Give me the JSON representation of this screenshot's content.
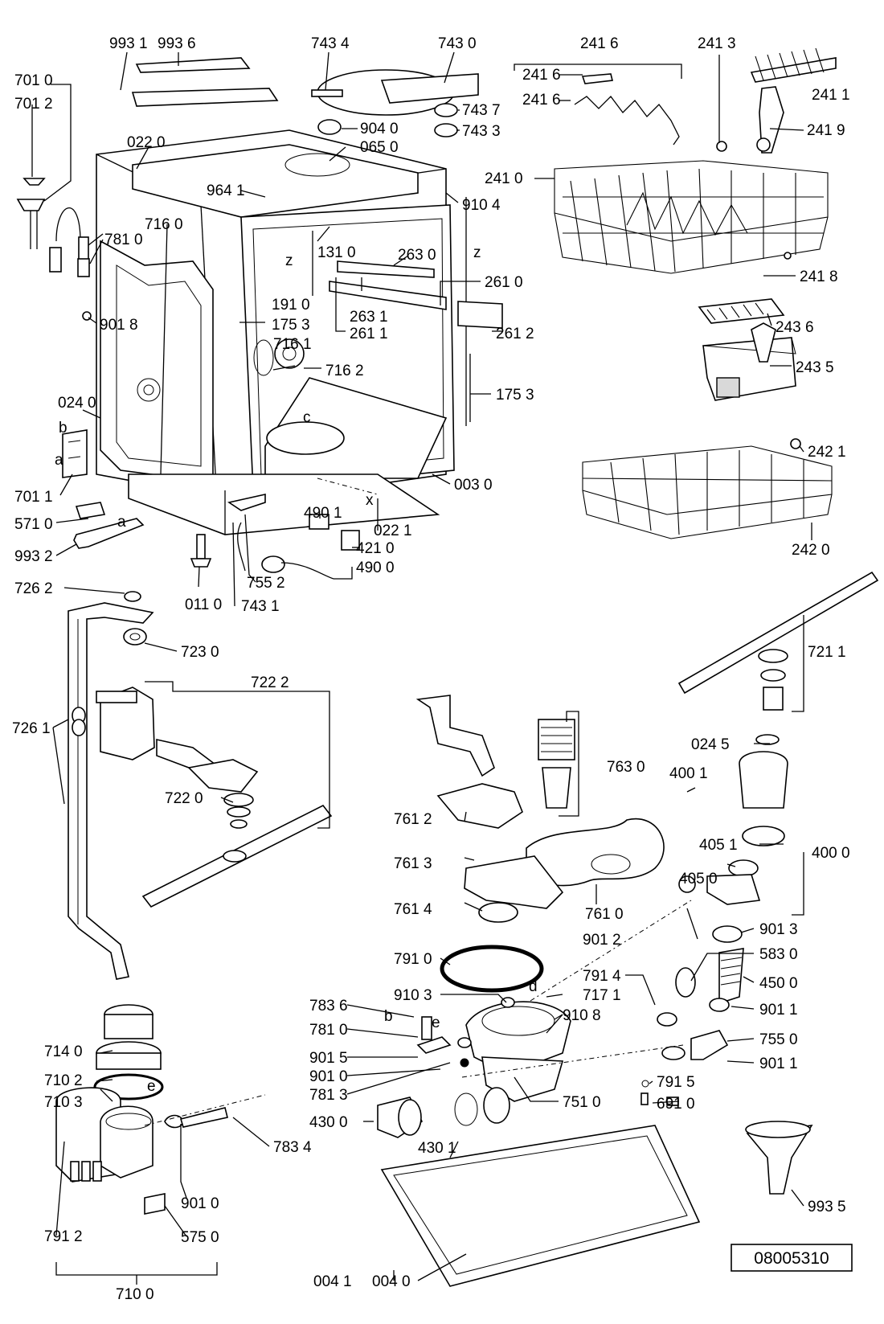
{
  "document_number": "08005310",
  "labels": [
    {
      "id": "l9931",
      "text": "993 1"
    },
    {
      "id": "l9936",
      "text": "993 6"
    },
    {
      "id": "l7434",
      "text": "743 4"
    },
    {
      "id": "l7430",
      "text": "743 0"
    },
    {
      "id": "l2416a",
      "text": "241 6"
    },
    {
      "id": "l2413",
      "text": "241 3"
    },
    {
      "id": "l7010",
      "text": "701 0"
    },
    {
      "id": "l7012",
      "text": "701 2"
    },
    {
      "id": "l2416b",
      "text": "241 6"
    },
    {
      "id": "l2416c",
      "text": "241 6"
    },
    {
      "id": "l7437",
      "text": "743 7"
    },
    {
      "id": "l2411",
      "text": "241 1"
    },
    {
      "id": "l9040",
      "text": "904 0"
    },
    {
      "id": "l0220",
      "text": "022 0"
    },
    {
      "id": "l7433",
      "text": "743 3"
    },
    {
      "id": "l0650",
      "text": "065 0"
    },
    {
      "id": "l2419",
      "text": "241 9"
    },
    {
      "id": "l2410",
      "text": "241 0"
    },
    {
      "id": "l9641",
      "text": "964 1"
    },
    {
      "id": "l9104",
      "text": "910 4"
    },
    {
      "id": "l7160",
      "text": "716 0"
    },
    {
      "id": "l7810a",
      "text": "781 0"
    },
    {
      "id": "l1310",
      "text": "131 0"
    },
    {
      "id": "l2630",
      "text": "263 0"
    },
    {
      "id": "l2418",
      "text": "241 8"
    },
    {
      "id": "l2610",
      "text": "261 0"
    },
    {
      "id": "l1910",
      "text": "191 0"
    },
    {
      "id": "l2631",
      "text": "263 1"
    },
    {
      "id": "l1753a",
      "text": "175 3"
    },
    {
      "id": "l9018",
      "text": "901 8"
    },
    {
      "id": "l2611",
      "text": "261 1"
    },
    {
      "id": "l2612",
      "text": "261 2"
    },
    {
      "id": "l2436",
      "text": "243 6"
    },
    {
      "id": "l7161",
      "text": "716 1"
    },
    {
      "id": "l7162",
      "text": "716 2"
    },
    {
      "id": "l2435",
      "text": "243 5"
    },
    {
      "id": "l1753b",
      "text": "175 3"
    },
    {
      "id": "l0240",
      "text": "024 0"
    },
    {
      "id": "l2421",
      "text": "242 1"
    },
    {
      "id": "l0030",
      "text": "003 0"
    },
    {
      "id": "l7011",
      "text": "701 1"
    },
    {
      "id": "l4901",
      "text": "490 1"
    },
    {
      "id": "l5710",
      "text": "571 0"
    },
    {
      "id": "l0221",
      "text": "022 1"
    },
    {
      "id": "l4210",
      "text": "421 0"
    },
    {
      "id": "l2420",
      "text": "242 0"
    },
    {
      "id": "l9932",
      "text": "993 2"
    },
    {
      "id": "l4900",
      "text": "490 0"
    },
    {
      "id": "l7262",
      "text": "726 2"
    },
    {
      "id": "l7552",
      "text": "755 2"
    },
    {
      "id": "l0110",
      "text": "011 0"
    },
    {
      "id": "l7431",
      "text": "743 1"
    },
    {
      "id": "l7230",
      "text": "723 0"
    },
    {
      "id": "l7211",
      "text": "721 1"
    },
    {
      "id": "l7222",
      "text": "722 2"
    },
    {
      "id": "l7261",
      "text": "726 1"
    },
    {
      "id": "l7630",
      "text": "763 0"
    },
    {
      "id": "l0245",
      "text": "024 5"
    },
    {
      "id": "l4001",
      "text": "400 1"
    },
    {
      "id": "l7220",
      "text": "722 0"
    },
    {
      "id": "l7612",
      "text": "761 2"
    },
    {
      "id": "l4051",
      "text": "405 1"
    },
    {
      "id": "l4000",
      "text": "400 0"
    },
    {
      "id": "l4050",
      "text": "405 0"
    },
    {
      "id": "l7613",
      "text": "761 3"
    },
    {
      "id": "l7614",
      "text": "761 4"
    },
    {
      "id": "l7610",
      "text": "761 0"
    },
    {
      "id": "l9013",
      "text": "901 3"
    },
    {
      "id": "l9012",
      "text": "901 2"
    },
    {
      "id": "l5830",
      "text": "583 0"
    },
    {
      "id": "l7910",
      "text": "791 0"
    },
    {
      "id": "l7914",
      "text": "791 4"
    },
    {
      "id": "l4500",
      "text": "450 0"
    },
    {
      "id": "l9103",
      "text": "910 3"
    },
    {
      "id": "l7171",
      "text": "717 1"
    },
    {
      "id": "l7836",
      "text": "783 6"
    },
    {
      "id": "l9011a",
      "text": "901 1"
    },
    {
      "id": "l9108",
      "text": "910 8"
    },
    {
      "id": "l7810b",
      "text": "781 0"
    },
    {
      "id": "l7550",
      "text": "755 0"
    },
    {
      "id": "l7140",
      "text": "714 0"
    },
    {
      "id": "l9015",
      "text": "901 5"
    },
    {
      "id": "l9011b",
      "text": "901 1"
    },
    {
      "id": "l7102",
      "text": "710 2"
    },
    {
      "id": "l9010a",
      "text": "901 0"
    },
    {
      "id": "l7915",
      "text": "791 5"
    },
    {
      "id": "l7813",
      "text": "781 3"
    },
    {
      "id": "l7103",
      "text": "710 3"
    },
    {
      "id": "l7510",
      "text": "751 0"
    },
    {
      "id": "l6910",
      "text": "691 0"
    },
    {
      "id": "l4300",
      "text": "430 0"
    },
    {
      "id": "l7834",
      "text": "783 4"
    },
    {
      "id": "l4301",
      "text": "430 1"
    },
    {
      "id": "l9935",
      "text": "993 5"
    },
    {
      "id": "l9010b",
      "text": "901 0"
    },
    {
      "id": "l7912",
      "text": "791 2"
    },
    {
      "id": "l5750",
      "text": "575 0"
    },
    {
      "id": "l0041",
      "text": "004 1"
    },
    {
      "id": "l0040",
      "text": "004 0"
    },
    {
      "id": "l7100",
      "text": "710 0"
    }
  ],
  "letters": [
    {
      "id": "ka",
      "text": "z"
    },
    {
      "id": "kb",
      "text": "z"
    },
    {
      "id": "kc",
      "text": "c"
    },
    {
      "id": "kd",
      "text": "b"
    },
    {
      "id": "ke",
      "text": "a"
    },
    {
      "id": "kf",
      "text": "a"
    },
    {
      "id": "kg",
      "text": "x"
    },
    {
      "id": "kh",
      "text": "b"
    },
    {
      "id": "ki",
      "text": "e"
    },
    {
      "id": "kj",
      "text": "d"
    },
    {
      "id": "kk",
      "text": "e"
    }
  ]
}
